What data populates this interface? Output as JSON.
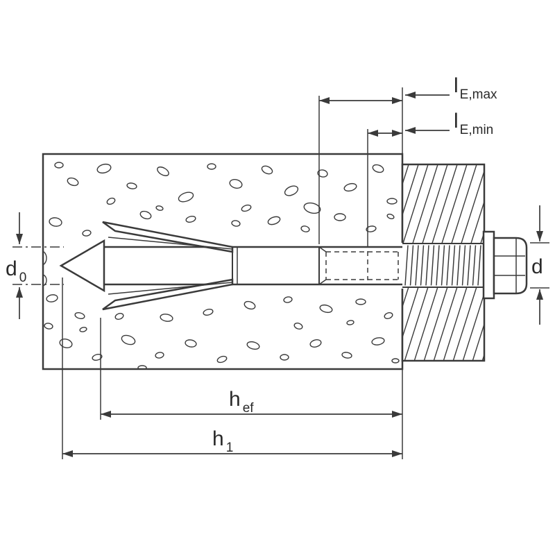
{
  "diagram": {
    "labels": {
      "le_max": {
        "main": "l",
        "sub": "E,max"
      },
      "le_min": {
        "main": "l",
        "sub": "E,min"
      },
      "d0": {
        "main": "d",
        "sub": "0"
      },
      "d": {
        "main": "d"
      },
      "h_ef": {
        "main": "h",
        "sub": "ef"
      },
      "h1": {
        "main": "h",
        "sub": "1"
      }
    },
    "colors": {
      "line": "#3a3a3a",
      "text": "#2a2a2a",
      "background": "#ffffff"
    }
  }
}
